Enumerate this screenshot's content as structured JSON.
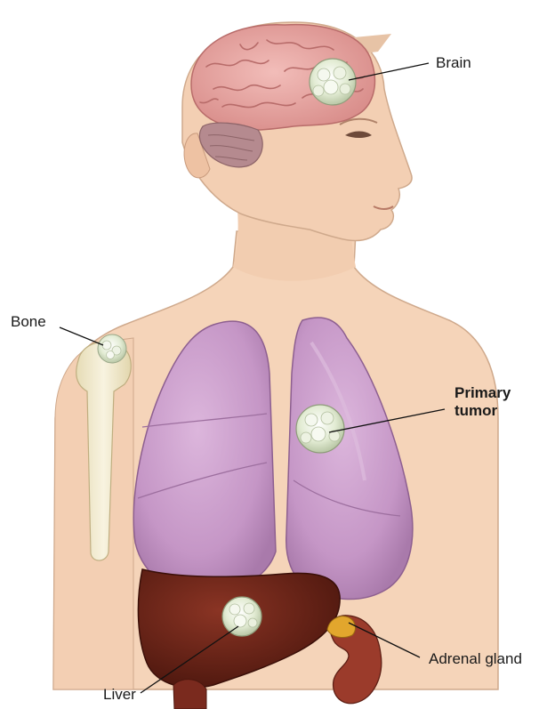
{
  "labels": {
    "brain": "Brain",
    "bone": "Bone",
    "primary_line1": "Primary",
    "primary_line2": "tumor",
    "adrenal": "Adrenal gland",
    "liver": "Liver"
  },
  "colors": {
    "skin": "#f4d2b6",
    "brain": "#e9a9a6",
    "lung": "#c99ac9",
    "liver": "#6b2418",
    "kidney": "#9a3a2a",
    "bone": "#f1ebd0",
    "tumor": "#e7efd9",
    "adrenal": "#e1a52c"
  }
}
